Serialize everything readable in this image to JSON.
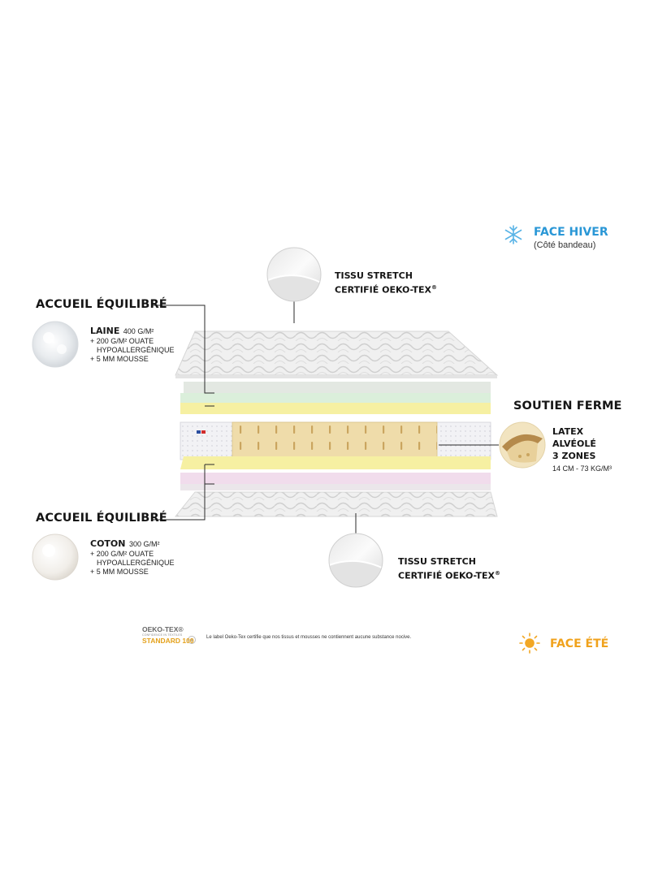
{
  "winter_face": {
    "title": "FACE HIVER",
    "subtitle": "(Côté bandeau)",
    "icon": "snowflake-icon",
    "color": "#2a97d6"
  },
  "summer_face": {
    "title": "FACE ÉTÉ",
    "icon": "sun-icon",
    "color": "#f0a21c"
  },
  "top_fabric": {
    "line1": "TISSU STRETCH",
    "line2": "CERTIFIÉ OEKO-TEX",
    "mark": "®"
  },
  "bottom_fabric": {
    "line1": "TISSU STRETCH",
    "line2": "CERTIFIÉ OEKO-TEX",
    "mark": "®"
  },
  "comfort_top": {
    "title": "ACCUEIL ÉQUILIBRÉ",
    "material": "LAINE",
    "weight": "400 G/M²",
    "details": [
      "+ 200 G/M² OUATE",
      "HYPOALLERGÉNIQUE",
      "+ 5 MM MOUSSE"
    ]
  },
  "comfort_bottom": {
    "title": "ACCUEIL ÉQUILIBRÉ",
    "material": "COTON",
    "weight": "300 G/M²",
    "details": [
      "+ 200 G/M² OUATE",
      "HYPOALLERGÉNIQUE",
      "+ 5 MM MOUSSE"
    ]
  },
  "support": {
    "title": "SOUTIEN FERME",
    "lines": [
      "LATEX",
      "ALVÉOLÉ",
      "3 ZONES"
    ],
    "spec": "14 CM - 73 KG/M³"
  },
  "certification": {
    "logo_line1": "OEKO-TEX®",
    "logo_line2": "CONFIDENCE IN TEXTILES",
    "logo_line3": "STANDARD 100",
    "disclaimer": "Le label Oeko-Tex certifie que nos tissus et mousses ne contiennent aucune substance nocive."
  },
  "colors": {
    "latex": "#efdca8",
    "yellow_foam": "#f6f1a3",
    "green_layer": "#dff0de",
    "pink_layer": "#f0dcec",
    "quilt": "#efefef",
    "border_band": "#f1f1f4"
  }
}
